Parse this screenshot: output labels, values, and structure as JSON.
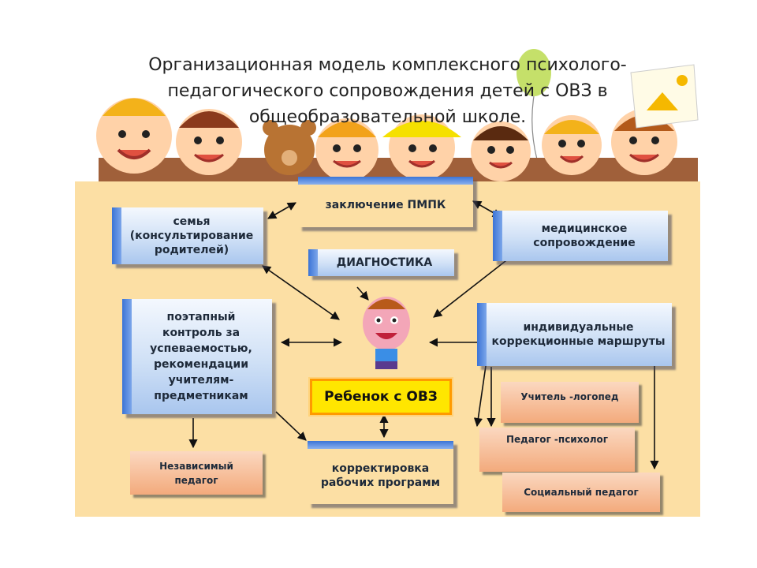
{
  "title": "Организационная модель комплексного психолого-педагогического сопровождения детей с ОВЗ в общеобразовательной школе.",
  "nodes": {
    "conclusion": "заключение ПМПК",
    "family": "семья (консультирование родителей)",
    "medical": "медицинское сопровождение",
    "diagnostics": "ДИАГНОСТИКА",
    "monitoring": "поэтапный контроль за успеваемостью, рекомендации учителям-предметникам",
    "routes": "индивидуальные коррекционные маршруты",
    "child": "Ребенок с ОВЗ",
    "programs": "корректировка рабочих программ",
    "independent": "Независимый педагог",
    "speech": "Учитель -логопед",
    "psychologist": "Педагог -психолог",
    "social": "Социальный педагог"
  },
  "colors": {
    "sand": "#fcdfa4",
    "box_blue": "#cfe0f6",
    "box_orange": "#f3aa7c",
    "child_box": "#ffe600",
    "child_border": "#ff9a00",
    "arrow": "#111111"
  }
}
